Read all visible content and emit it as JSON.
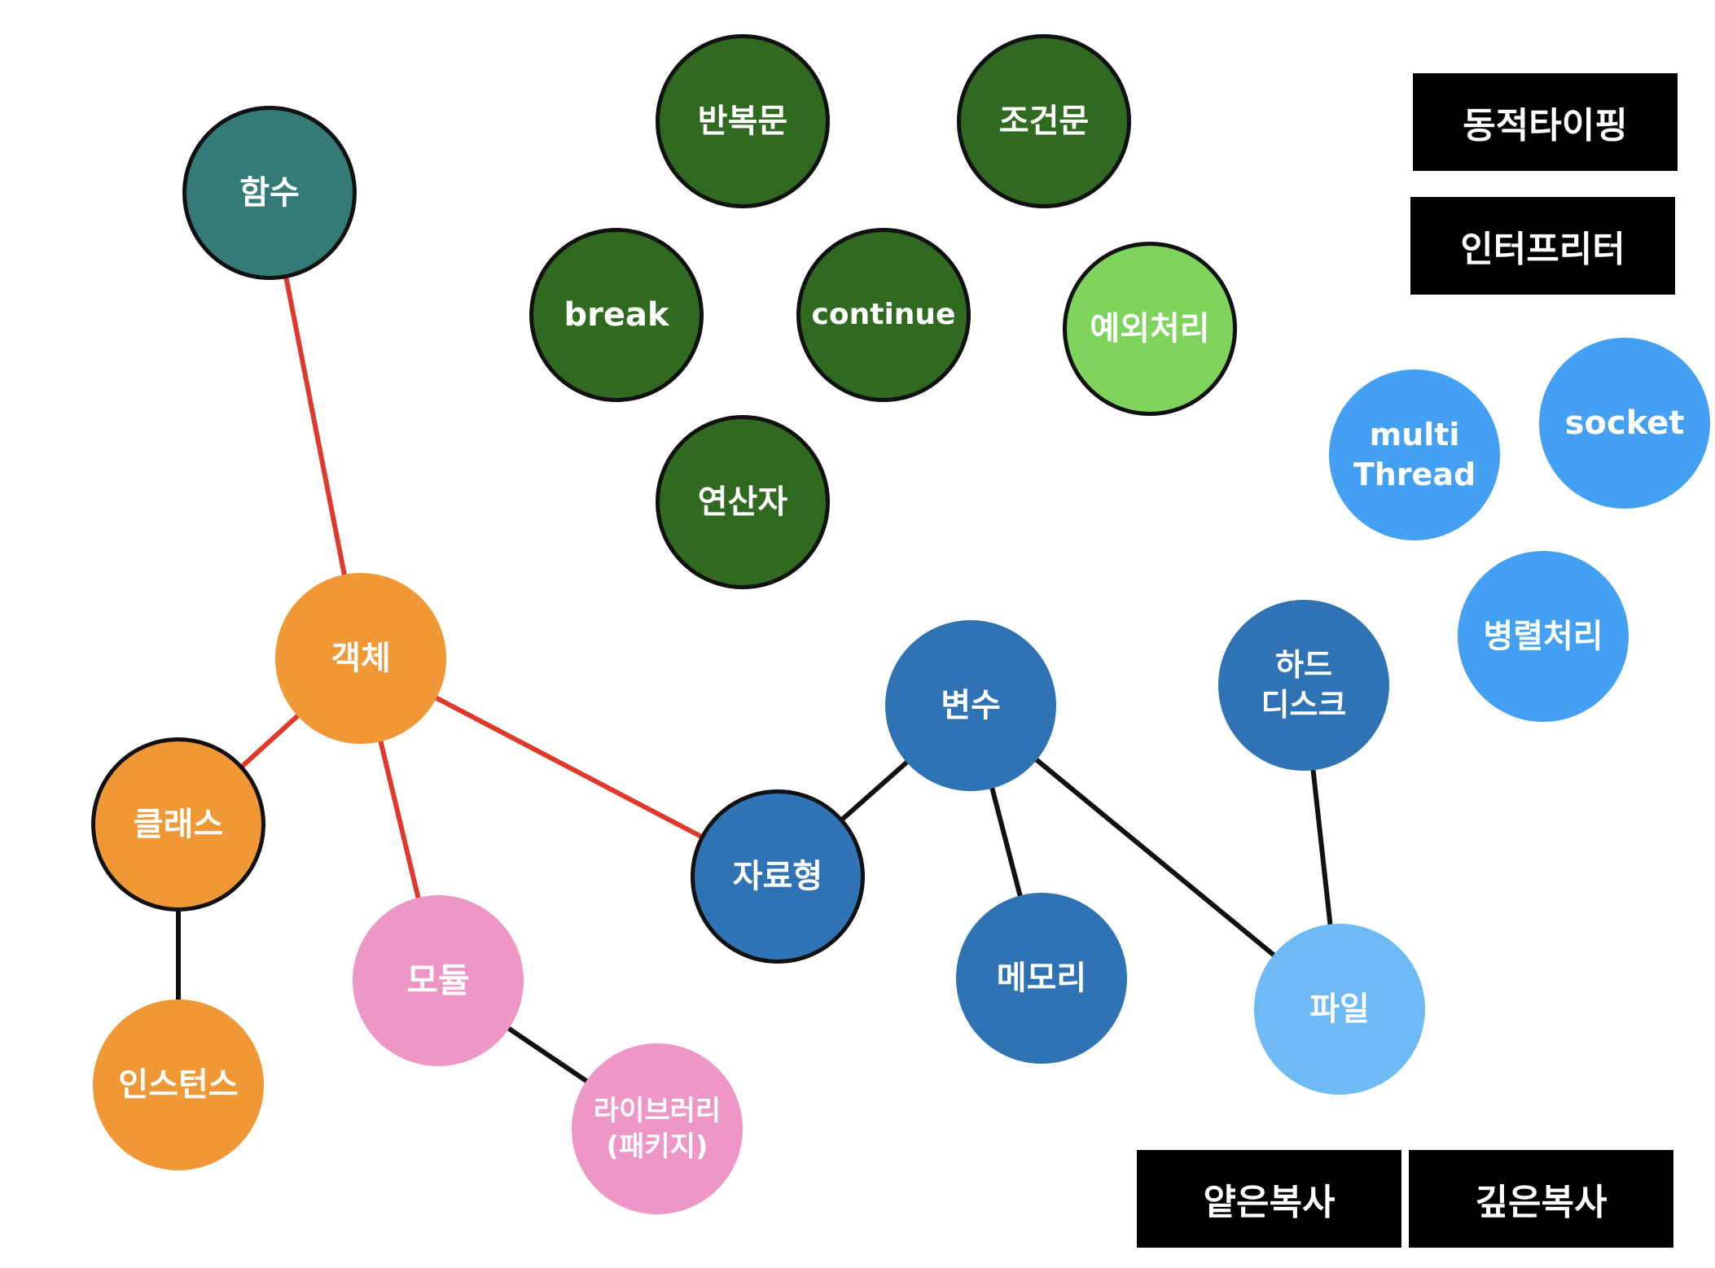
{
  "colors": {
    "teal": "#347a76",
    "dark_green": "#2f6a20",
    "light_green": "#7dd35c",
    "orange": "#f09835",
    "pink": "#ee96c6",
    "mid_blue": "#2f73b4",
    "bright_blue": "#44a0f2",
    "light_blue": "#6dbaf5",
    "red_edge": "#e0382a",
    "black_edge": "#111111",
    "box_bg": "#000000"
  },
  "nodes": {
    "function": {
      "label": "함수",
      "color": "teal",
      "outlined": true
    },
    "loop": {
      "label": "반복문",
      "color": "dark_green",
      "outlined": true
    },
    "conditional": {
      "label": "조건문",
      "color": "dark_green",
      "outlined": true
    },
    "break": {
      "label": "break",
      "color": "dark_green",
      "outlined": true
    },
    "continue": {
      "label": "continue",
      "color": "dark_green",
      "outlined": true
    },
    "exception": {
      "label": "예외처리",
      "color": "light_green",
      "outlined": true
    },
    "operator": {
      "label": "연산자",
      "color": "dark_green",
      "outlined": true
    },
    "object": {
      "label": "객체",
      "color": "orange",
      "outlined": false
    },
    "class": {
      "label": "클래스",
      "color": "orange",
      "outlined": true
    },
    "instance": {
      "label": "인스턴스",
      "color": "orange",
      "outlined": false
    },
    "module": {
      "label": "모듈",
      "color": "pink",
      "outlined": false
    },
    "library": {
      "label": "라이브러리\n(패키지)",
      "color": "pink",
      "outlined": false
    },
    "datatype": {
      "label": "자료형",
      "color": "mid_blue",
      "outlined": true
    },
    "variable": {
      "label": "변수",
      "color": "mid_blue",
      "outlined": false
    },
    "memory": {
      "label": "메모리",
      "color": "mid_blue",
      "outlined": false
    },
    "harddisk": {
      "label": "하드\n디스크",
      "color": "mid_blue",
      "outlined": false
    },
    "file": {
      "label": "파일",
      "color": "light_blue",
      "outlined": false
    },
    "multithread": {
      "label": "multi\nThread",
      "color": "bright_blue",
      "outlined": false
    },
    "socket": {
      "label": "socket",
      "color": "bright_blue",
      "outlined": false
    },
    "parallel": {
      "label": "병렬처리",
      "color": "bright_blue",
      "outlined": false
    }
  },
  "boxes": {
    "dynamic_typing": "동적타이핑",
    "interpreter": "인터프리터",
    "shallow_copy": "얕은복사",
    "deep_copy": "깊은복사"
  },
  "edges": [
    {
      "from": "function",
      "to": "object",
      "color": "red_edge"
    },
    {
      "from": "object",
      "to": "class",
      "color": "red_edge"
    },
    {
      "from": "object",
      "to": "module",
      "color": "red_edge"
    },
    {
      "from": "object",
      "to": "datatype",
      "color": "red_edge"
    },
    {
      "from": "class",
      "to": "instance",
      "color": "black_edge"
    },
    {
      "from": "module",
      "to": "library",
      "color": "black_edge"
    },
    {
      "from": "datatype",
      "to": "variable",
      "color": "black_edge"
    },
    {
      "from": "variable",
      "to": "memory",
      "color": "black_edge"
    },
    {
      "from": "variable",
      "to": "file",
      "color": "black_edge"
    },
    {
      "from": "harddisk",
      "to": "file",
      "color": "black_edge"
    }
  ]
}
